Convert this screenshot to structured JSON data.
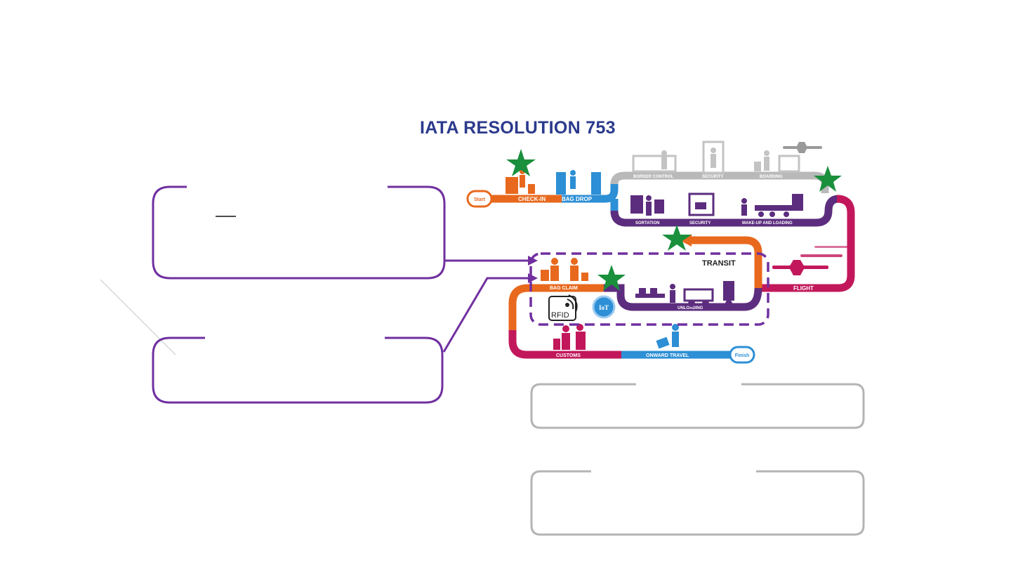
{
  "diagram": {
    "title": "IATA RESOLUTION 753",
    "stages": {
      "start": "Start",
      "check_in": "CHECK-IN",
      "bag_drop": "BAG DROP",
      "border_control": "BORDER CONTROL",
      "security_top": "SECURITY",
      "boarding": "BOARDING",
      "sortation": "SORTATION",
      "security_mid": "SECURITY",
      "makeup_loading": "MAKE-UP AND LOADING",
      "flight": "FLIGHT",
      "transit": "TRANSIT",
      "bag_claim": "BAG CLAIM",
      "unloading": "UNLOADING",
      "customs": "CUSTOMS",
      "onward_travel": "ONWARD TRAVEL",
      "finish": "Finish"
    },
    "badges": {
      "rfid": "RFID",
      "iot": "IoT"
    },
    "colors": {
      "orange": "#e8691e",
      "blue": "#2d8fd5",
      "gray": "#b9b9b9",
      "purple": "#5c2d7e",
      "magenta": "#c2185b",
      "star": "#1a8f3c",
      "callout_purple": "#7030a0",
      "callout_gray": "#b4b4b4"
    },
    "icons": [
      "star-icon",
      "rfid-icon",
      "iot-icon",
      "airplane-icon",
      "person-icon",
      "luggage-icon"
    ]
  }
}
